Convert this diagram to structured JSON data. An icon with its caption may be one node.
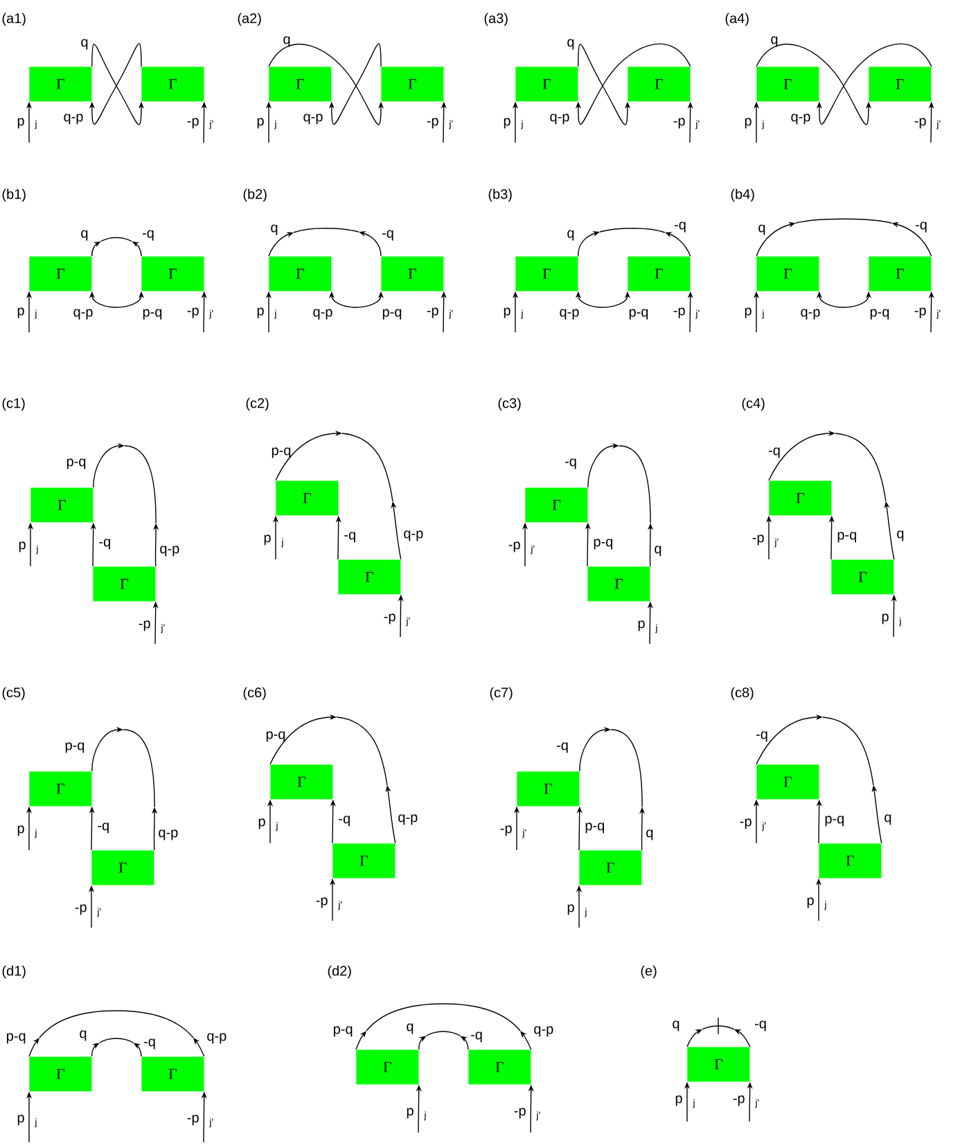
{
  "diagram": {
    "nodes": [
      {
        "text": [
          "Γ"
        ]
      },
      {
        "text": [
          "Γ"
        ]
      },
      {
        "text": [
          "Γ"
        ]
      },
      {
        "text": [
          "Γ"
        ]
      },
      {
        "text": [
          "Γ"
        ]
      },
      {
        "text": [
          "Γ"
        ]
      },
      {
        "text": [
          "Γ"
        ]
      },
      {
        "text": [
          "Γ"
        ]
      },
      {
        "text": [
          "Γ"
        ]
      },
      {
        "text": [
          "Γ"
        ]
      },
      {
        "text": [
          "Γ"
        ]
      },
      {
        "text": [
          "Γ"
        ]
      },
      {
        "text": [
          "Γ"
        ]
      },
      {
        "text": [
          "Γ"
        ]
      },
      {
        "text": [
          "Γ"
        ]
      },
      {
        "text": [
          "Γ"
        ]
      },
      {
        "text": [
          "Γ"
        ]
      },
      {
        "text": [
          "Γ"
        ]
      },
      {
        "text": [
          "Γ"
        ]
      },
      {
        "text": [
          "Γ"
        ]
      },
      {
        "text": [
          "Γ"
        ]
      },
      {
        "text": [
          "Γ"
        ]
      },
      {
        "text": [
          "Γ"
        ]
      },
      {
        "text": [
          "Γ"
        ]
      },
      {
        "text": [
          "Γ"
        ]
      },
      {
        "text": [
          "Γ"
        ]
      },
      {
        "text": [
          "Γ"
        ]
      },
      {
        "text": [
          "Γ"
        ]
      },
      {
        "text": [
          "Γ"
        ]
      },
      {
        "text": [
          "Γ"
        ]
      },
      {
        "text": [
          "Γ"
        ]
      },
      {
        "text": [
          "Γ"
        ]
      },
      {
        "text": [
          "Γ"
        ]
      },
      {
        "text": [
          "Γ"
        ]
      },
      {
        "text": [
          "Γ"
        ]
      },
      {
        "text": [
          "Γ"
        ]
      },
      {
        "text": [
          "Γ"
        ]
      }
    ],
    "edges": [
      {
        "from": 0,
        "to": 1,
        "arrow": "to",
        "label": "q"
      },
      {
        "from": 1,
        "to": 0,
        "arrow": "to",
        "label": "q-p"
      },
      {
        "from": null,
        "to": 0,
        "arrow": "to",
        "label": "p"
      },
      {
        "from": null,
        "to": 1,
        "arrow": "to",
        "label": "-p"
      },
      {
        "from": 2,
        "to": 3,
        "arrow": "to",
        "label": "q"
      },
      {
        "from": 3,
        "to": 2,
        "arrow": "to",
        "label": "q-p"
      },
      {
        "from": null,
        "to": 2,
        "arrow": "to",
        "label": "p"
      },
      {
        "from": null,
        "to": 3,
        "arrow": "to",
        "label": "-p"
      },
      {
        "from": 4,
        "to": 5,
        "arrow": "to",
        "label": "q"
      },
      {
        "from": 5,
        "to": 4,
        "arrow": "to",
        "label": "q-p"
      },
      {
        "from": null,
        "to": 4,
        "arrow": "to",
        "label": "p"
      },
      {
        "from": null,
        "to": 5,
        "arrow": "to",
        "label": "-p"
      },
      {
        "from": 6,
        "to": 7,
        "arrow": "to",
        "label": "q"
      },
      {
        "from": 7,
        "to": 6,
        "arrow": "to",
        "label": "q-p"
      },
      {
        "from": null,
        "to": 6,
        "arrow": "to",
        "label": "p"
      },
      {
        "from": null,
        "to": 7,
        "arrow": "to",
        "label": "-p"
      },
      {
        "from": 8,
        "to": null,
        "arrow": "to",
        "label": "q"
      },
      {
        "from": 9,
        "to": null,
        "arrow": "to",
        "label": "-q"
      },
      {
        "from": null,
        "to": 8,
        "arrow": "to",
        "label": "q-p"
      },
      {
        "from": null,
        "to": 9,
        "arrow": "to",
        "label": "p-q"
      },
      {
        "from": null,
        "to": 8,
        "arrow": "to",
        "label": "p"
      },
      {
        "from": null,
        "to": 9,
        "arrow": "to",
        "label": "-p"
      },
      {
        "from": 10,
        "to": null,
        "arrow": "to",
        "label": "q"
      },
      {
        "from": 11,
        "to": null,
        "arrow": "to",
        "label": "-q"
      },
      {
        "from": null,
        "to": 10,
        "arrow": "to",
        "label": "q-p"
      },
      {
        "from": null,
        "to": 11,
        "arrow": "to",
        "label": "p-q"
      },
      {
        "from": null,
        "to": 10,
        "arrow": "to",
        "label": "p"
      },
      {
        "from": null,
        "to": 11,
        "arrow": "to",
        "label": "-p"
      },
      {
        "from": 12,
        "to": null,
        "arrow": "to",
        "label": "q"
      },
      {
        "from": 13,
        "to": null,
        "arrow": "to",
        "label": "-q"
      },
      {
        "from": null,
        "to": 12,
        "arrow": "to",
        "label": "q-p"
      },
      {
        "from": null,
        "to": 13,
        "arrow": "to",
        "label": "p-q"
      },
      {
        "from": null,
        "to": 12,
        "arrow": "to",
        "label": "p"
      },
      {
        "from": null,
        "to": 13,
        "arrow": "to",
        "label": "-p"
      },
      {
        "from": 14,
        "to": null,
        "arrow": "to",
        "label": "q"
      },
      {
        "from": 15,
        "to": null,
        "arrow": "to",
        "label": "-q"
      },
      {
        "from": null,
        "to": 14,
        "arrow": "to",
        "label": "q-p"
      },
      {
        "from": null,
        "to": 15,
        "arrow": "to",
        "label": "p-q"
      },
      {
        "from": null,
        "to": 14,
        "arrow": "to",
        "label": "p"
      },
      {
        "from": null,
        "to": 15,
        "arrow": "to",
        "label": "-p"
      },
      {
        "from": 16,
        "to": null,
        "arrow": "to",
        "label": "p-q"
      },
      {
        "from": 17,
        "to": 16,
        "arrow": "to",
        "label": "-q"
      },
      {
        "from": 17,
        "to": null,
        "arrow": "to",
        "label": "q-p"
      },
      {
        "from": null,
        "to": 16,
        "arrow": "to",
        "label": "p"
      },
      {
        "from": null,
        "to": 17,
        "arrow": "to",
        "label": "-p"
      },
      {
        "from": 18,
        "to": null,
        "arrow": "to",
        "label": "p-q"
      },
      {
        "from": 19,
        "to": 18,
        "arrow": "to",
        "label": "-q"
      },
      {
        "from": 19,
        "to": null,
        "arrow": "to",
        "label": "q-p"
      },
      {
        "from": null,
        "to": 18,
        "arrow": "to",
        "label": "p"
      },
      {
        "from": null,
        "to": 19,
        "arrow": "to",
        "label": "-p"
      },
      {
        "from": 20,
        "to": null,
        "arrow": "to",
        "label": "-q"
      },
      {
        "from": 21,
        "to": 20,
        "arrow": "to",
        "label": "p-q"
      },
      {
        "from": 21,
        "to": null,
        "arrow": "to",
        "label": "q"
      },
      {
        "from": null,
        "to": 20,
        "arrow": "to",
        "label": "-p"
      },
      {
        "from": null,
        "to": 21,
        "arrow": "to",
        "label": "p"
      },
      {
        "from": 22,
        "to": null,
        "arrow": "to",
        "label": "-q"
      },
      {
        "from": 23,
        "to": 22,
        "arrow": "to",
        "label": "p-q"
      },
      {
        "from": 23,
        "to": null,
        "arrow": "to",
        "label": "q"
      },
      {
        "from": null,
        "to": 22,
        "arrow": "to",
        "label": "-p"
      },
      {
        "from": null,
        "to": 23,
        "arrow": "to",
        "label": "p"
      },
      {
        "from": 24,
        "to": null,
        "arrow": "to",
        "label": "p-q"
      },
      {
        "from": 25,
        "to": 24,
        "arrow": "to",
        "label": "-q"
      },
      {
        "from": 25,
        "to": null,
        "arrow": "to",
        "label": "q-p"
      },
      {
        "from": null,
        "to": 24,
        "arrow": "to",
        "label": "p"
      },
      {
        "from": null,
        "to": 25,
        "arrow": "to",
        "label": "-p"
      },
      {
        "from": 26,
        "to": null,
        "arrow": "to",
        "label": "p-q"
      },
      {
        "from": 27,
        "to": 26,
        "arrow": "to",
        "label": "-q"
      },
      {
        "from": 27,
        "to": null,
        "arrow": "to",
        "label": "q-p"
      },
      {
        "from": null,
        "to": 26,
        "arrow": "to",
        "label": "p"
      },
      {
        "from": null,
        "to": 27,
        "arrow": "to",
        "label": "-p"
      },
      {
        "from": 28,
        "to": null,
        "arrow": "to",
        "label": "-q"
      },
      {
        "from": 29,
        "to": 28,
        "arrow": "to",
        "label": "p-q"
      },
      {
        "from": 29,
        "to": null,
        "arrow": "to",
        "label": "q"
      },
      {
        "from": null,
        "to": 28,
        "arrow": "to",
        "label": "-p"
      },
      {
        "from": null,
        "to": 29,
        "arrow": "to",
        "label": "p"
      },
      {
        "from": 30,
        "to": null,
        "arrow": "to",
        "label": "-q"
      },
      {
        "from": 31,
        "to": 30,
        "arrow": "to",
        "label": "p-q"
      },
      {
        "from": 31,
        "to": null,
        "arrow": "to",
        "label": "q"
      },
      {
        "from": null,
        "to": 30,
        "arrow": "to",
        "label": "-p"
      },
      {
        "from": null,
        "to": 31,
        "arrow": "to",
        "label": "p"
      },
      {
        "from": 32,
        "to": null,
        "arrow": "to",
        "label": "p-q"
      },
      {
        "from": 32,
        "to": null,
        "arrow": "to",
        "label": "q"
      },
      {
        "from": 33,
        "to": null,
        "arrow": "to",
        "label": "-q"
      },
      {
        "from": 33,
        "to": null,
        "arrow": "to",
        "label": "q-p"
      },
      {
        "from": null,
        "to": 32,
        "arrow": "to",
        "label": "p"
      },
      {
        "from": null,
        "to": 33,
        "arrow": "to",
        "label": "-p"
      },
      {
        "from": 34,
        "to": null,
        "arrow": "to",
        "label": "p-q"
      },
      {
        "from": 34,
        "to": null,
        "arrow": "to",
        "label": "q"
      },
      {
        "from": 35,
        "to": null,
        "arrow": "to",
        "label": "-q"
      },
      {
        "from": 35,
        "to": null,
        "arrow": "to",
        "label": "q-p"
      },
      {
        "from": null,
        "to": 34,
        "arrow": "to",
        "label": "p"
      },
      {
        "from": null,
        "to": 35,
        "arrow": "to",
        "label": "-p"
      },
      {
        "from": 36,
        "to": null,
        "arrow": "to",
        "label": "q"
      },
      {
        "from": 36,
        "to": null,
        "arrow": "to",
        "label": "-q"
      },
      {
        "from": null,
        "to": 36,
        "arrow": "to",
        "label": "p"
      },
      {
        "from": null,
        "to": 36,
        "arrow": "to",
        "label": "-p"
      }
    ],
    "labels": [
      "(a1)",
      "j",
      "j'",
      "(a2)",
      "j",
      "j'",
      "(a3)",
      "j",
      "j'",
      "(a4)",
      "j",
      "j'",
      "(b1)",
      "j",
      "j'",
      "(b2)",
      "j",
      "j'",
      "(b3)",
      "j",
      "j'",
      "(b4)",
      "j",
      "j'",
      "(c1)",
      "j",
      "j'",
      "(c2)",
      "j",
      "j'",
      "(c3)",
      "j'",
      "j",
      "(c4)",
      "j'",
      "j",
      "(c5)",
      "j",
      "j'",
      "(c6)",
      "j",
      "j'",
      "(c7)",
      "j'",
      "j",
      "(c8)",
      "j'",
      "j",
      "(d1)",
      "j",
      "j'",
      "(d2)",
      "j",
      "j'",
      "(e)",
      "j",
      "j'"
    ]
  }
}
